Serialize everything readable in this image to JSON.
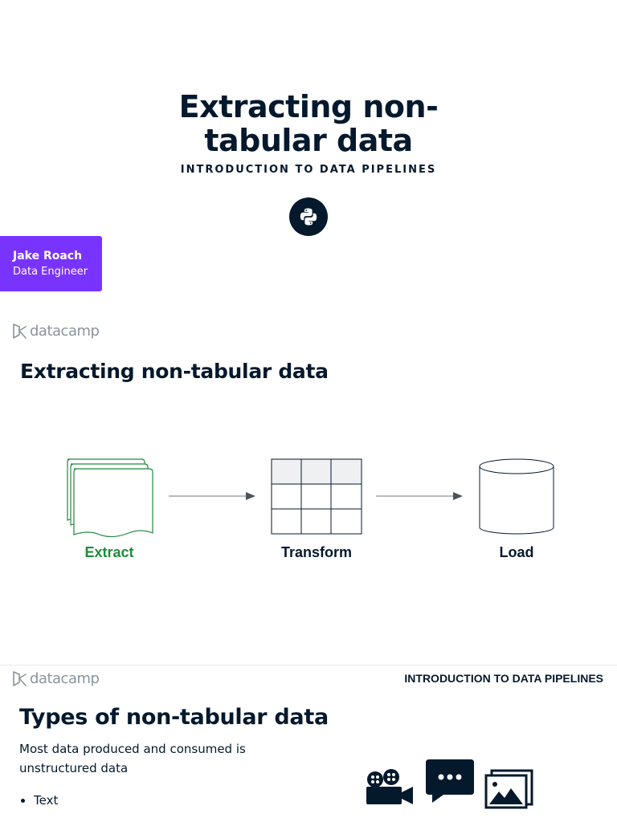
{
  "title_slide": {
    "title_line1": "Extracting non-",
    "title_line2": "tabular data",
    "course": "INTRODUCTION TO DATA PIPELINES",
    "author_name": "Jake Roach",
    "author_role": "Data Engineer",
    "language_icon": "python-icon"
  },
  "brand": {
    "logo_text": "datacamp",
    "logo_icon": "datacamp-logo-icon"
  },
  "slide2": {
    "title": "Extracting non-tabular data",
    "steps": [
      "Extract",
      "Transform",
      "Load"
    ],
    "step_icons": [
      "documents-icon",
      "table-icon",
      "database-icon"
    ],
    "accent_color": "#1f8b3b"
  },
  "slide3": {
    "course": "INTRODUCTION TO DATA PIPELINES",
    "title": "Types of non-tabular data",
    "body": "Most data produced and consumed is unstructured data",
    "bullets": [
      "Text"
    ],
    "media_icons": [
      "video-camera-icon",
      "chat-bubble-icon",
      "image-gallery-icon"
    ]
  },
  "colors": {
    "brand_purple": "#7933ff",
    "navy": "#05192d",
    "muted": "#8a949d"
  }
}
